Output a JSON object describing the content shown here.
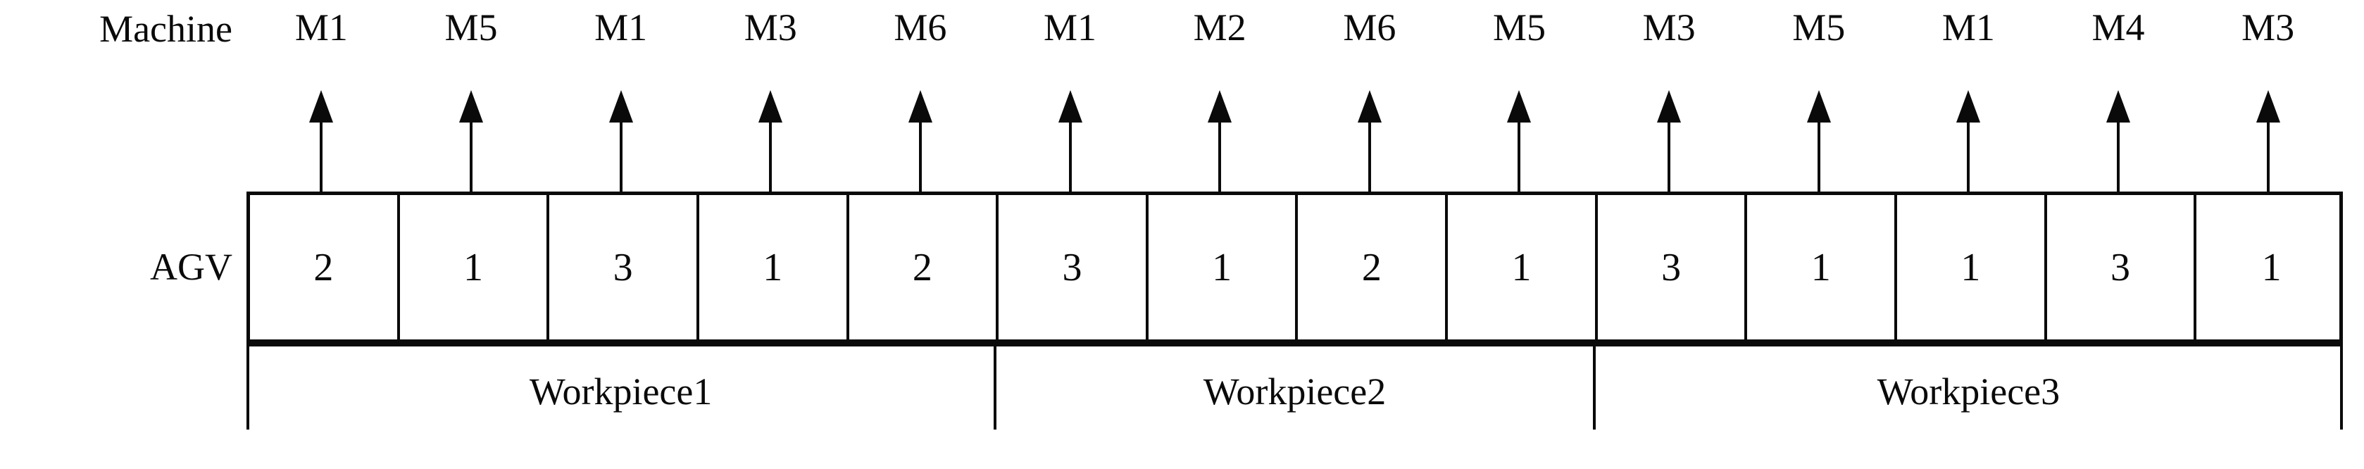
{
  "figure": {
    "background_color": "#ffffff",
    "ink_color": "#0a0a0a"
  },
  "rows": {
    "machine_label": "Machine",
    "agv_label": "AGV"
  },
  "sequence": {
    "length": 14,
    "machines": [
      "M1",
      "M5",
      "M1",
      "M3",
      "M6",
      "M1",
      "M2",
      "M6",
      "M5",
      "M3",
      "M5",
      "M1",
      "M4",
      "M3"
    ],
    "agv_values": [
      "2",
      "1",
      "3",
      "1",
      "2",
      "3",
      "1",
      "2",
      "1",
      "3",
      "1",
      "1",
      "3",
      "1"
    ]
  },
  "workpieces": [
    {
      "label": "Workpiece1",
      "start_index": 0,
      "end_index": 4,
      "operation_count": 5
    },
    {
      "label": "Workpiece2",
      "start_index": 5,
      "end_index": 8,
      "operation_count": 4
    },
    {
      "label": "Workpiece3",
      "start_index": 9,
      "end_index": 13,
      "operation_count": 5
    }
  ]
}
